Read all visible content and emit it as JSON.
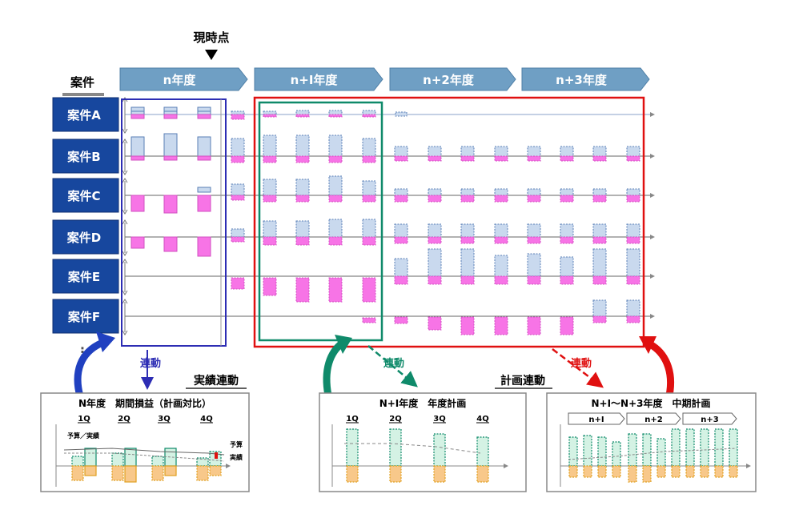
{
  "now_label": "現時点",
  "header_cases": "案件",
  "years": [
    "n年度",
    "n+Ⅰ年度",
    "n+2年度",
    "n+3年度"
  ],
  "cases": [
    "案件A",
    "案件B",
    "案件C",
    "案件D",
    "案件E",
    "案件F"
  ],
  "ellipsis": "⋮",
  "link_label": "連動",
  "actual_link": "実績連動",
  "plan_link": "計画連動",
  "panel_n": {
    "title": "N年度　期間損益（計画対比）",
    "quarters": [
      "1Q",
      "2Q",
      "3Q",
      "4Q"
    ],
    "legend_plan_actual": "予算／実績",
    "right_plan": "予算",
    "right_actual": "実績"
  },
  "panel_n1": {
    "title": "N+Ⅰ年度　年度計画",
    "quarters": [
      "1Q",
      "2Q",
      "3Q",
      "4Q"
    ]
  },
  "panel_mid": {
    "title": "N+Ⅰ～N+3年度　中期計画",
    "years": [
      "n+Ⅰ",
      "n+2",
      "n+3"
    ]
  },
  "colors": {
    "header_blue": "#6f9fc4",
    "case_blue": "#17479e",
    "frame_blue": "#2d2db4",
    "frame_green": "#0f8a6a",
    "frame_red": "#e01010",
    "bar_blue": "#c9d9ee",
    "bar_pink": "#f774e6",
    "bar_green": "#d4f2e4",
    "bar_orange": "#f8c88a"
  }
}
